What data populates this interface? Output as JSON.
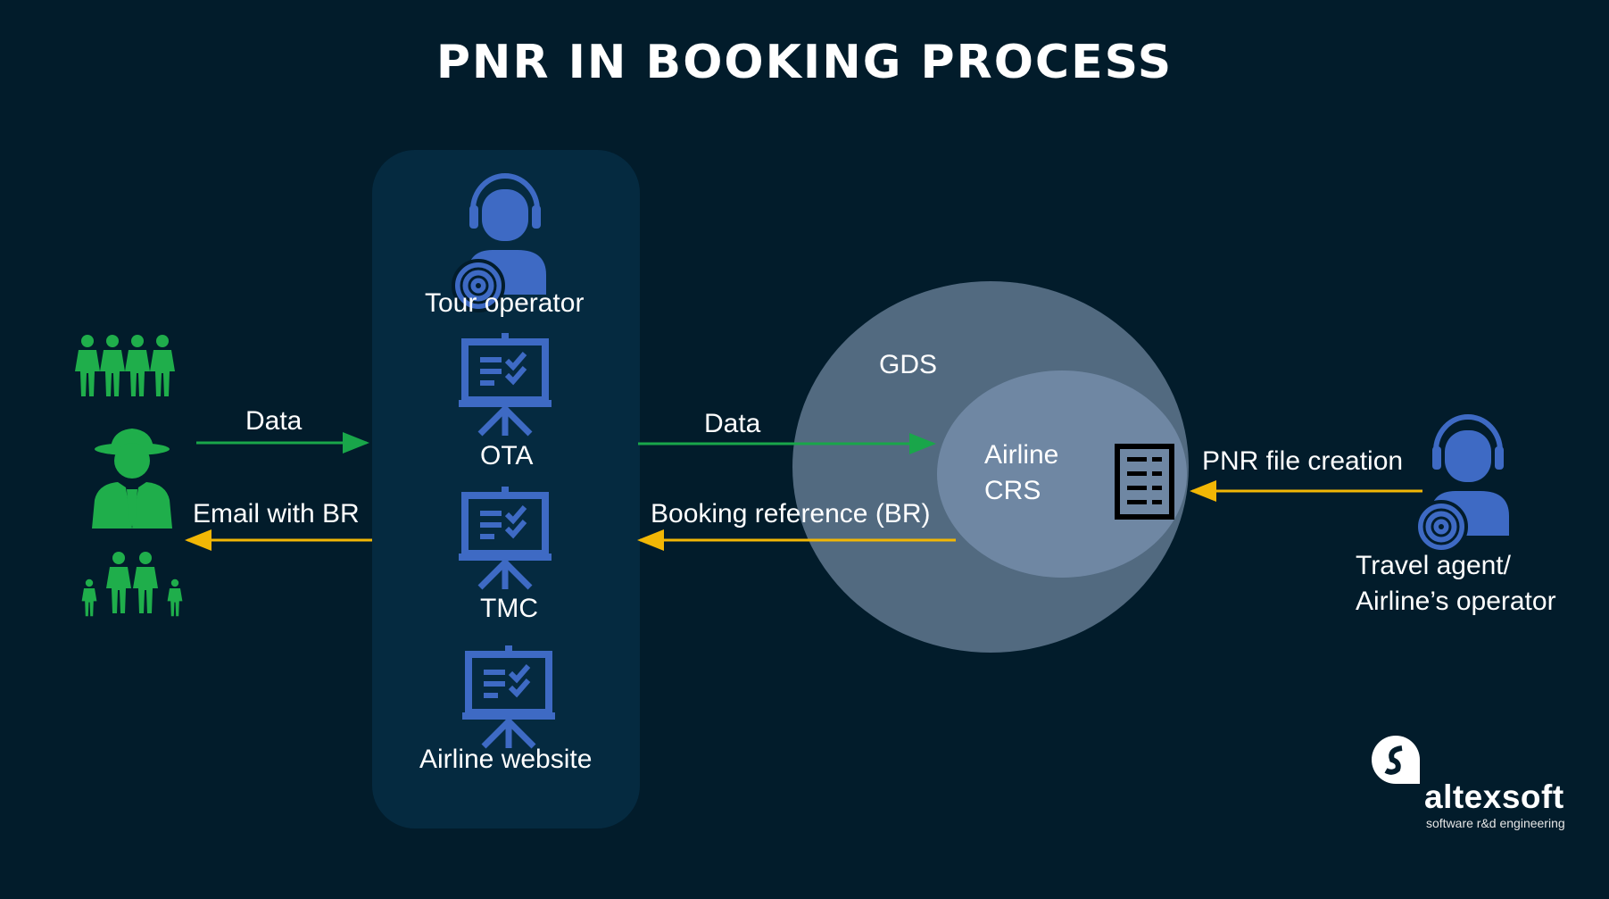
{
  "title": "PNR IN BOOKING PROCESS",
  "intermediaries": {
    "tour_operator": "Tour operator",
    "ota": "OTA",
    "tmc": "TMC",
    "airline_website": "Airline website"
  },
  "arrows": {
    "customer_data": "Data",
    "email_br": "Email with BR",
    "gds_data": "Data",
    "booking_reference": "Booking reference (BR)",
    "pnr_creation": "PNR file creation"
  },
  "systems": {
    "gds": "GDS",
    "crs_line1": "Airline",
    "crs_line2": "CRS"
  },
  "operator": {
    "line1": "Travel agent/",
    "line2": "Airline’s operator"
  },
  "logo": {
    "name": "altexsoft",
    "tagline": "software r&d engineering"
  },
  "colors": {
    "background": "#021c2b",
    "panel": "#052a40",
    "customer_green": "#1fae4b",
    "icon_blue": "#3e6ac4",
    "data_arrow": "#19a64a",
    "return_arrow": "#f2b705",
    "gds_circle": "#526a80",
    "crs_circle": "#6f87a3"
  },
  "icons": [
    "group-icon",
    "traveler-icon",
    "family-icon",
    "agent-headset-icon",
    "presentation-board-icon",
    "document-icon",
    "altexsoft-logo"
  ]
}
